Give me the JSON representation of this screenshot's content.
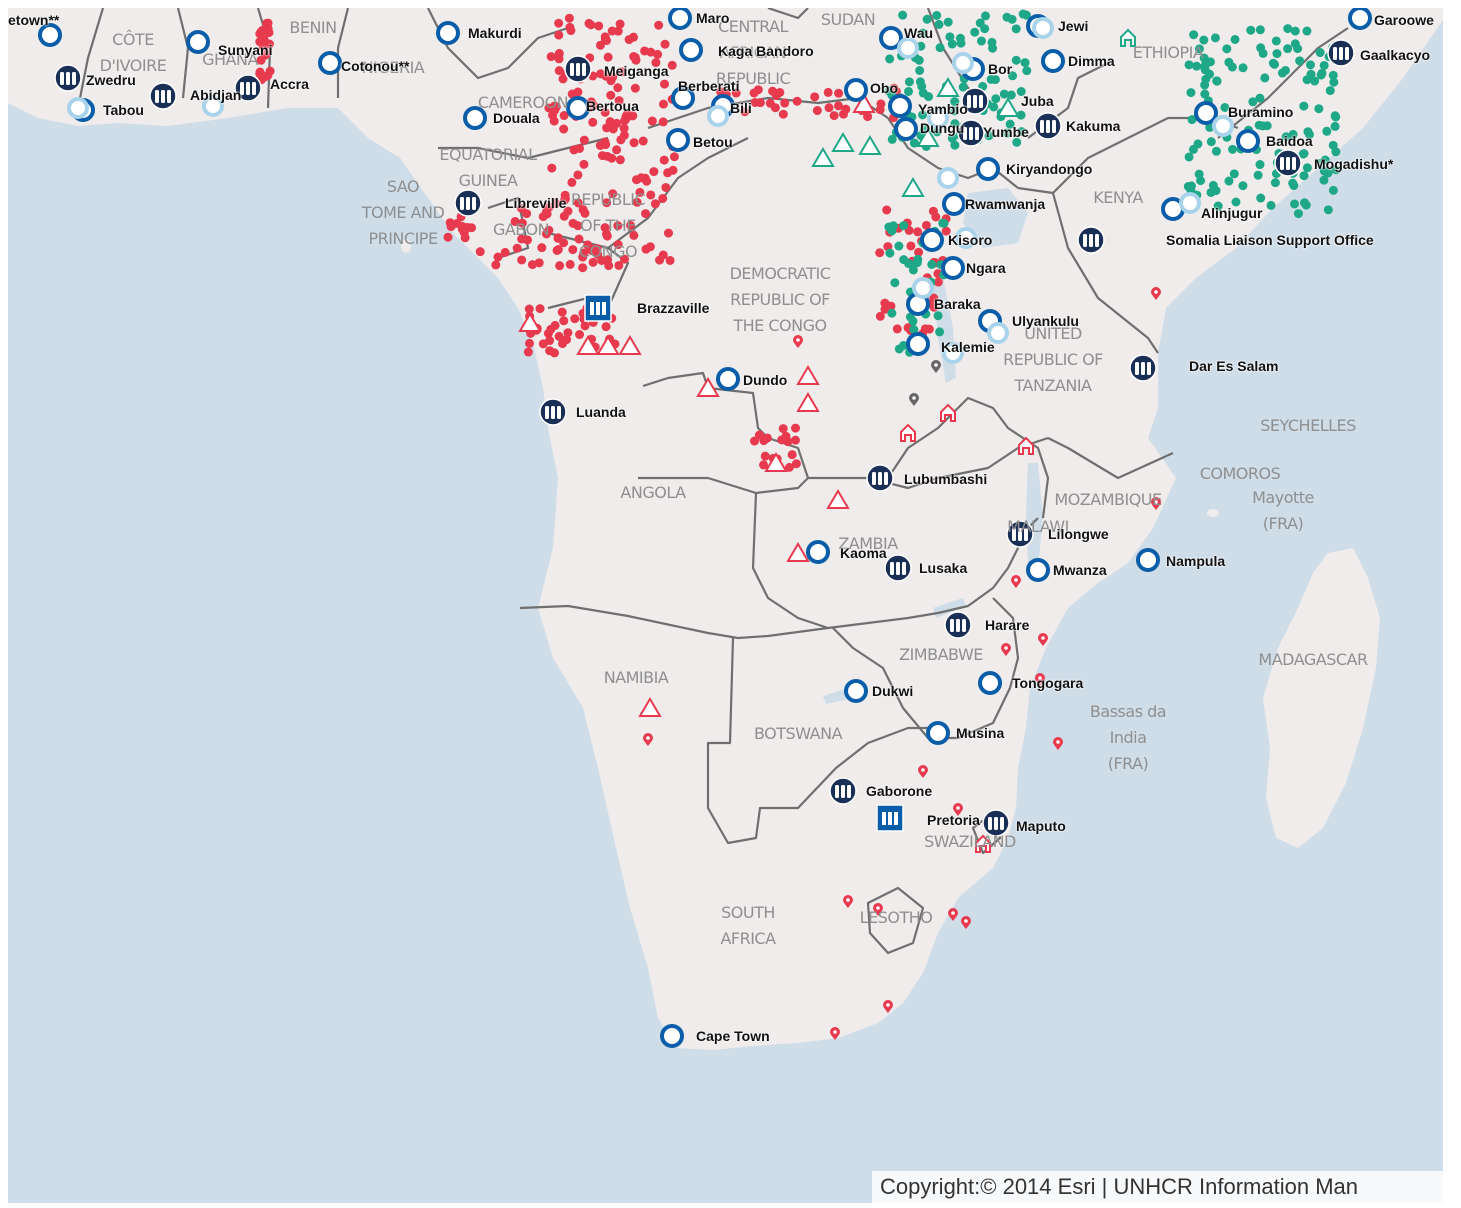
{
  "map": {
    "colors": {
      "water": "#cfdde9",
      "land": "#efeceb",
      "border": "#6f6f6f",
      "office_ring": "#0a5da8",
      "office_light": "#a9d3ea",
      "office_dark": "#1a2f55",
      "refugee_red": "#e83a4e",
      "idp_green": "#1fa888"
    },
    "legend_icons": [
      "regional-office-icon",
      "field-unit-icon",
      "refugee-camp-icon",
      "idp-site-icon",
      "point-of-interest-icon",
      "settlement-icon"
    ],
    "copyright": "Copyright:© 2014 Esri | UNHCR Information Man",
    "countries": [
      {
        "name": "CÔTE\nD'IVOIRE"
      },
      {
        "name": "GHANA"
      },
      {
        "name": "BENIN"
      },
      {
        "name": "NIGERIA"
      },
      {
        "name": "CAMEROON"
      },
      {
        "name": "CENTRAL\nAFRICAN\nREPUBLIC"
      },
      {
        "name": "SUDAN"
      },
      {
        "name": "ETHIOPIA"
      },
      {
        "name": "SAO\nTOME AND\nPRINCIPE"
      },
      {
        "name": "EQUATORIAL\nGUINEA"
      },
      {
        "name": "GABON"
      },
      {
        "name": "REPUBLIC\nOF THE\nCONGO"
      },
      {
        "name": "DEMOCRATIC\nREPUBLIC OF\nTHE CONGO"
      },
      {
        "name": "KENYA"
      },
      {
        "name": "UNITED\nREPUBLIC OF\nTANZANIA"
      },
      {
        "name": "SEYCHELLES"
      },
      {
        "name": "COMOROS"
      },
      {
        "name": "Mayotte\n(FRA)"
      },
      {
        "name": "ANGOLA"
      },
      {
        "name": "MOZAMBIQUE"
      },
      {
        "name": "MALAWI"
      },
      {
        "name": "ZAMBIA"
      },
      {
        "name": "ZIMBABWE"
      },
      {
        "name": "MADAGASCAR"
      },
      {
        "name": "NAMIBIA"
      },
      {
        "name": "BOTSWANA"
      },
      {
        "name": "Bassas da\nIndia\n(FRA)"
      },
      {
        "name": "SWAZILAND"
      },
      {
        "name": "LESOTHO"
      },
      {
        "name": "SOUTH\nAFRICA"
      }
    ],
    "offices": [
      {
        "name": "etown**",
        "icon": "field-unit-icon"
      },
      {
        "name": "Zwedru",
        "icon": "regional-office-icon"
      },
      {
        "name": "Tabou",
        "icon": "field-unit-icon"
      },
      {
        "name": "Sunyani",
        "icon": "field-unit-icon"
      },
      {
        "name": "Abidjan",
        "icon": "regional-office-icon"
      },
      {
        "name": "Accra",
        "icon": "regional-office-icon"
      },
      {
        "name": "Cotonou**",
        "icon": "field-unit-icon"
      },
      {
        "name": "Makurdi",
        "icon": "field-unit-icon"
      },
      {
        "name": "Maro",
        "icon": "field-unit-icon"
      },
      {
        "name": "Kaga Bandoro",
        "icon": "field-unit-icon"
      },
      {
        "name": "Meiganga",
        "icon": "regional-office-icon"
      },
      {
        "name": "Berberati",
        "icon": "field-unit-icon"
      },
      {
        "name": "Bertoua",
        "icon": "field-unit-icon"
      },
      {
        "name": "Douala",
        "icon": "field-unit-icon"
      },
      {
        "name": "Bili",
        "icon": "field-unit-icon"
      },
      {
        "name": "Betou",
        "icon": "field-unit-icon"
      },
      {
        "name": "Wau",
        "icon": "field-unit-icon"
      },
      {
        "name": "Jewi",
        "icon": "field-unit-icon"
      },
      {
        "name": "Bor",
        "icon": "field-unit-icon"
      },
      {
        "name": "Dimma",
        "icon": "field-unit-icon"
      },
      {
        "name": "Obo",
        "icon": "field-unit-icon"
      },
      {
        "name": "Juba",
        "icon": "regional-office-icon"
      },
      {
        "name": "Yambio",
        "icon": "field-unit-icon"
      },
      {
        "name": "Dungu",
        "icon": "field-unit-icon"
      },
      {
        "name": "Yumbe",
        "icon": "regional-office-icon"
      },
      {
        "name": "Kakuma",
        "icon": "regional-office-icon"
      },
      {
        "name": "Garoowe",
        "icon": "field-unit-icon"
      },
      {
        "name": "Gaalkacyo",
        "icon": "regional-office-icon"
      },
      {
        "name": "Buramino",
        "icon": "field-unit-icon"
      },
      {
        "name": "Baidoa",
        "icon": "field-unit-icon"
      },
      {
        "name": "Mogadishu*",
        "icon": "regional-office-icon"
      },
      {
        "name": "Kiryandongo",
        "icon": "field-unit-icon"
      },
      {
        "name": "Libreville",
        "icon": "regional-office-icon"
      },
      {
        "name": "Rwamwanja",
        "icon": "field-unit-icon"
      },
      {
        "name": "Alinjugur",
        "icon": "field-unit-icon"
      },
      {
        "name": "Somalia Liaison Support Office",
        "icon": "regional-office-icon"
      },
      {
        "name": "Kisoro",
        "icon": "field-unit-icon"
      },
      {
        "name": "Ngara",
        "icon": "field-unit-icon"
      },
      {
        "name": "Brazzaville",
        "icon": "country-office-icon"
      },
      {
        "name": "Baraka",
        "icon": "field-unit-icon"
      },
      {
        "name": "Ulyankulu",
        "icon": "field-unit-icon"
      },
      {
        "name": "Kalemie",
        "icon": "field-unit-icon"
      },
      {
        "name": "Dar Es Salam",
        "icon": "regional-office-icon"
      },
      {
        "name": "Dundo",
        "icon": "field-unit-icon"
      },
      {
        "name": "Luanda",
        "icon": "regional-office-icon"
      },
      {
        "name": "Lubumbashi",
        "icon": "regional-office-icon"
      },
      {
        "name": "Lilongwe",
        "icon": "regional-office-icon"
      },
      {
        "name": "Kaoma",
        "icon": "field-unit-icon"
      },
      {
        "name": "Lusaka",
        "icon": "regional-office-icon"
      },
      {
        "name": "Mwanza",
        "icon": "field-unit-icon"
      },
      {
        "name": "Nampula",
        "icon": "field-unit-icon"
      },
      {
        "name": "Harare",
        "icon": "regional-office-icon"
      },
      {
        "name": "Tongogara",
        "icon": "field-unit-icon"
      },
      {
        "name": "Dukwi",
        "icon": "field-unit-icon"
      },
      {
        "name": "Musina",
        "icon": "field-unit-icon"
      },
      {
        "name": "Gaborone",
        "icon": "regional-office-icon"
      },
      {
        "name": "Pretoria",
        "icon": "country-office-icon"
      },
      {
        "name": "Maputo",
        "icon": "regional-office-icon"
      },
      {
        "name": "Cape Town",
        "icon": "field-unit-icon"
      }
    ]
  }
}
